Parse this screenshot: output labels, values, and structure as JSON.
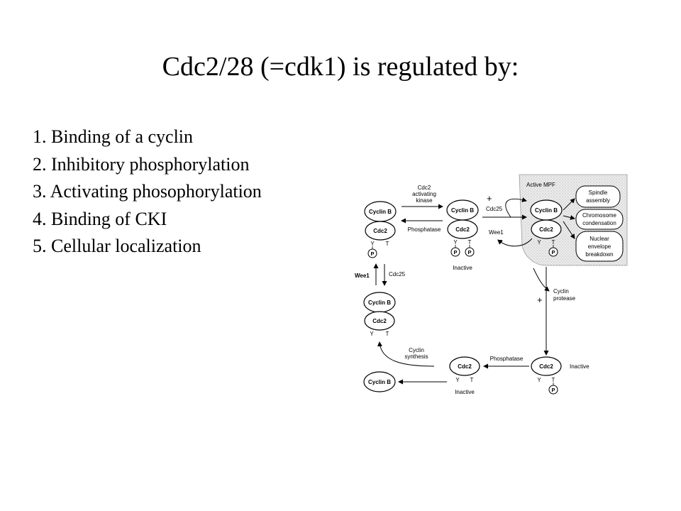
{
  "title": "Cdc2/28 (=cdk1) is regulated by:",
  "items": [
    "1. Binding of a cyclin",
    "2. Inhibitory phosphorylation",
    "3. Activating phosophorylation",
    "4. Binding of CKI",
    "5. Cellular localization"
  ],
  "diagram": {
    "cyclin": "Cyclin B",
    "cdc2": "Cdc2",
    "y": "Y",
    "t": "T",
    "p": "P",
    "plus": "+",
    "minus": "−",
    "cdc2_activating_kinase": [
      "Cdc2",
      "activating",
      "kinase"
    ],
    "phosphatase": "Phosphatase",
    "cdc25": "Cdc25",
    "wee1": "Wee1",
    "inactive": "Inactive",
    "active_mpf": "Active MPF",
    "spindle_assembly": [
      "Spindle",
      "assembly"
    ],
    "chromosome_condensation": [
      "Chromosome",
      "condensation"
    ],
    "nuclear_envelope_breakdown": [
      "Nuclear",
      "envelope",
      "breakdown"
    ],
    "cyclin_protease": [
      "Cyclin",
      "protease"
    ],
    "cyclin_synthesis": [
      "Cyclin",
      "synthesis"
    ]
  }
}
